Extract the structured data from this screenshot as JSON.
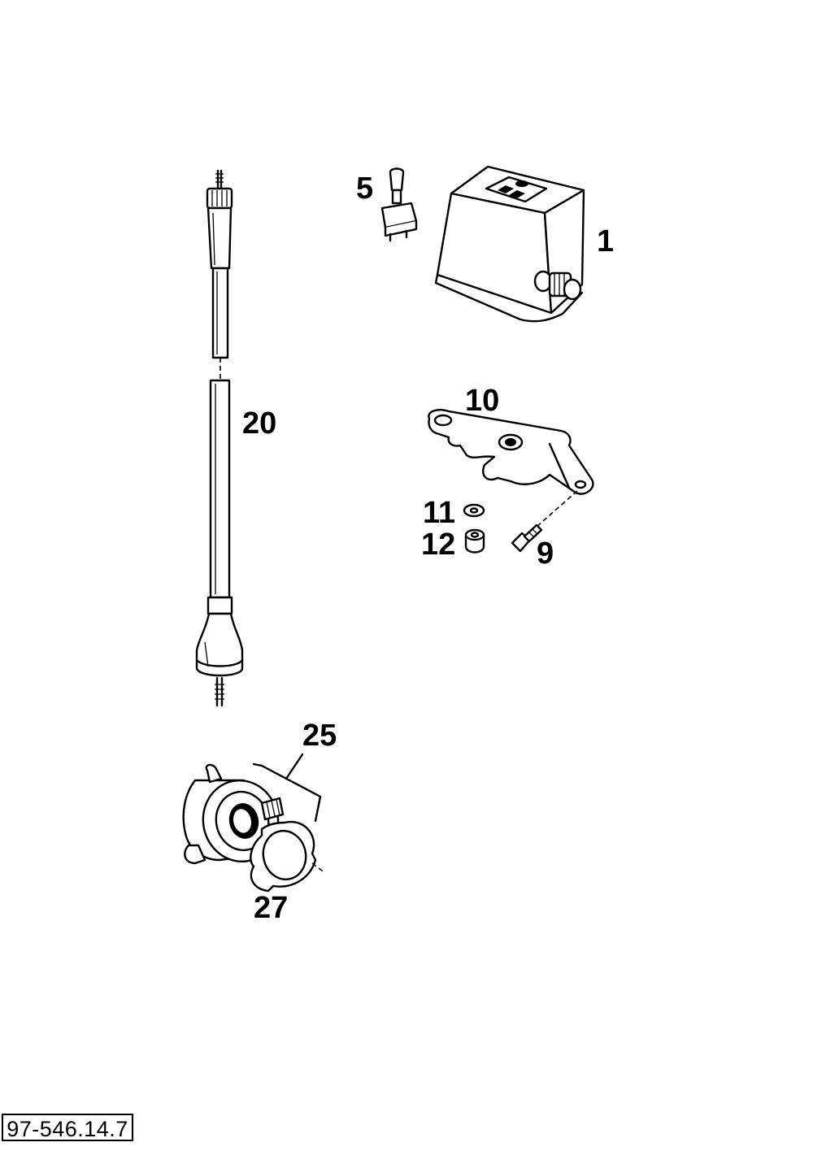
{
  "diagram": {
    "callouts": [
      {
        "id": "label-5",
        "text": "5"
      },
      {
        "id": "label-1",
        "text": "1"
      },
      {
        "id": "label-20",
        "text": "20"
      },
      {
        "id": "label-10",
        "text": "10"
      },
      {
        "id": "label-11",
        "text": "11"
      },
      {
        "id": "label-12",
        "text": "12"
      },
      {
        "id": "label-9",
        "text": "9"
      },
      {
        "id": "label-25",
        "text": "25"
      },
      {
        "id": "label-27",
        "text": "27"
      }
    ],
    "reference_number": "97-546.14.7"
  }
}
